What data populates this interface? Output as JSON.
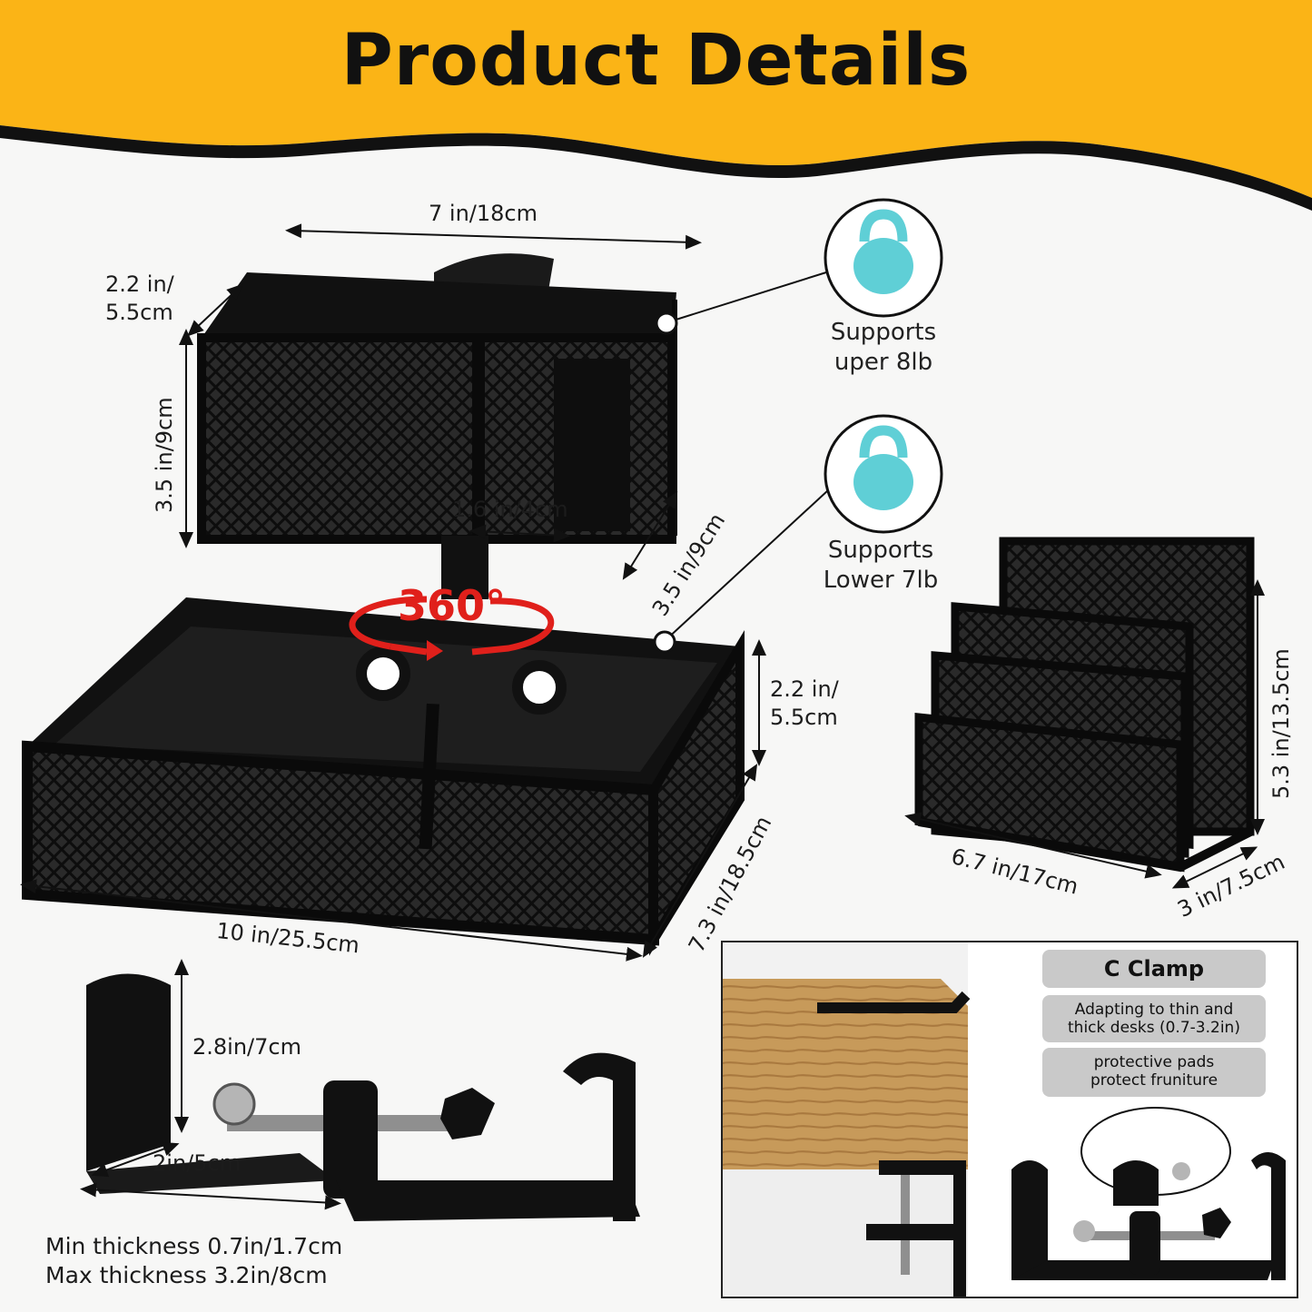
{
  "header": {
    "title": "Product Details",
    "banner_color": "#fbb416"
  },
  "top_tier": {
    "width_label": "7 in/18cm",
    "depth_label": "2.2 in/\n5.5cm",
    "height_label": "3.5 in/9cm",
    "slot_label": "1.6 in/4cm",
    "side_label": "3.5 in/9cm"
  },
  "rotation": {
    "label": "360°",
    "color": "#e0201b"
  },
  "bottom_tier": {
    "height_label": "2.2 in/\n5.5cm",
    "width_label": "10 in/25.5cm",
    "depth_label": "7.3 in/18.5cm"
  },
  "supports": [
    {
      "label": "Supports\nuper 8lb",
      "icon": "kettlebell-icon"
    },
    {
      "label": "Supports\nLower 7lb",
      "icon": "kettlebell-icon"
    }
  ],
  "kettlebell_color": "#5fcfd6",
  "file_sorter": {
    "height_label": "5.3 in/13.5cm",
    "width_label": "6.7 in/17cm",
    "depth_label": "3 in/7.5cm"
  },
  "clamp": {
    "height_label": "2.8in/7cm",
    "depth_label": "2in/5cm",
    "min_thickness": "Min thickness 0.7in/1.7cm",
    "max_thickness": "Max thickness 3.2in/8cm"
  },
  "clamp_panel": {
    "title": "C Clamp",
    "feature_1": "Adapting to thin and\nthick desks (0.7-3.2in)",
    "feature_2": "protective pads\nprotect fruniture"
  }
}
